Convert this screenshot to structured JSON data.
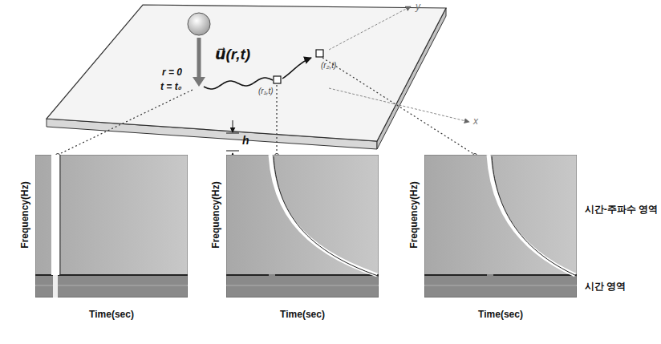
{
  "diagram": {
    "nodes": [
      {
        "text": [
          "Frequency(Hz)",
          "Time(sec)"
        ]
      },
      {
        "text": [
          "Frequency(Hz)",
          "Time(sec)"
        ]
      },
      {
        "text": [
          "Frequency(Hz)",
          "Time(sec)"
        ]
      }
    ],
    "labels": [
      "y",
      "x",
      "r = 0",
      "t = t₀",
      "u⃗(r,t)",
      "(r₁,t)",
      "(r₂,t)",
      "h",
      "시간-주파수 영역",
      "시간 영역"
    ]
  }
}
